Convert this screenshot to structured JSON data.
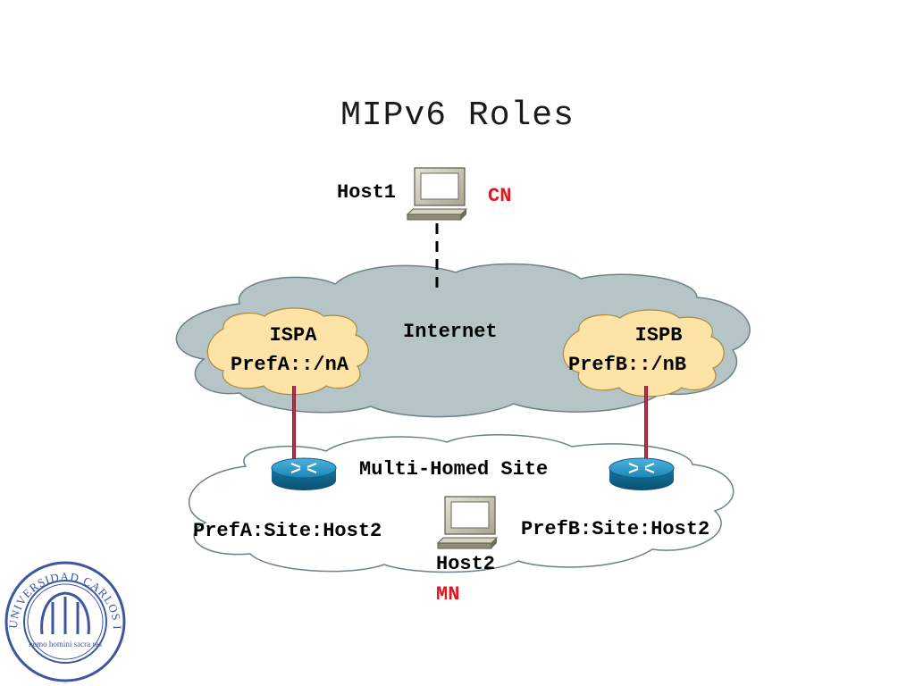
{
  "slide": {
    "title": "MIPv6 Roles"
  },
  "nodes": {
    "host1": {
      "label": "Host1",
      "role": "CN"
    },
    "host2": {
      "label": "Host2",
      "role": "MN"
    }
  },
  "clouds": {
    "internet": "Internet",
    "ispa": {
      "name": "ISPA",
      "prefix": "PrefA::/nA"
    },
    "ispb": {
      "name": "ISPB",
      "prefix": "PrefB::/nB"
    },
    "site": "Multi-Homed Site"
  },
  "addresses": {
    "prefa": "PrefA:Site:Host2",
    "prefb": "PrefB:Site:Host2"
  },
  "logo": {
    "text": "UNIVERSIDAD CARLOS III DE MADRID",
    "motto": "homo homini sacra res"
  },
  "colors": {
    "role": "#e8141c",
    "internet_cloud": "#b5c4c6",
    "isp_cloud": "#fde4a6",
    "router": "#1a87b8",
    "link": "#8b1a2b",
    "logo": "#3d56a3"
  },
  "icons": {
    "host1": "computer-icon",
    "host2": "computer-icon",
    "router_a": "router-icon",
    "router_b": "router-icon"
  }
}
